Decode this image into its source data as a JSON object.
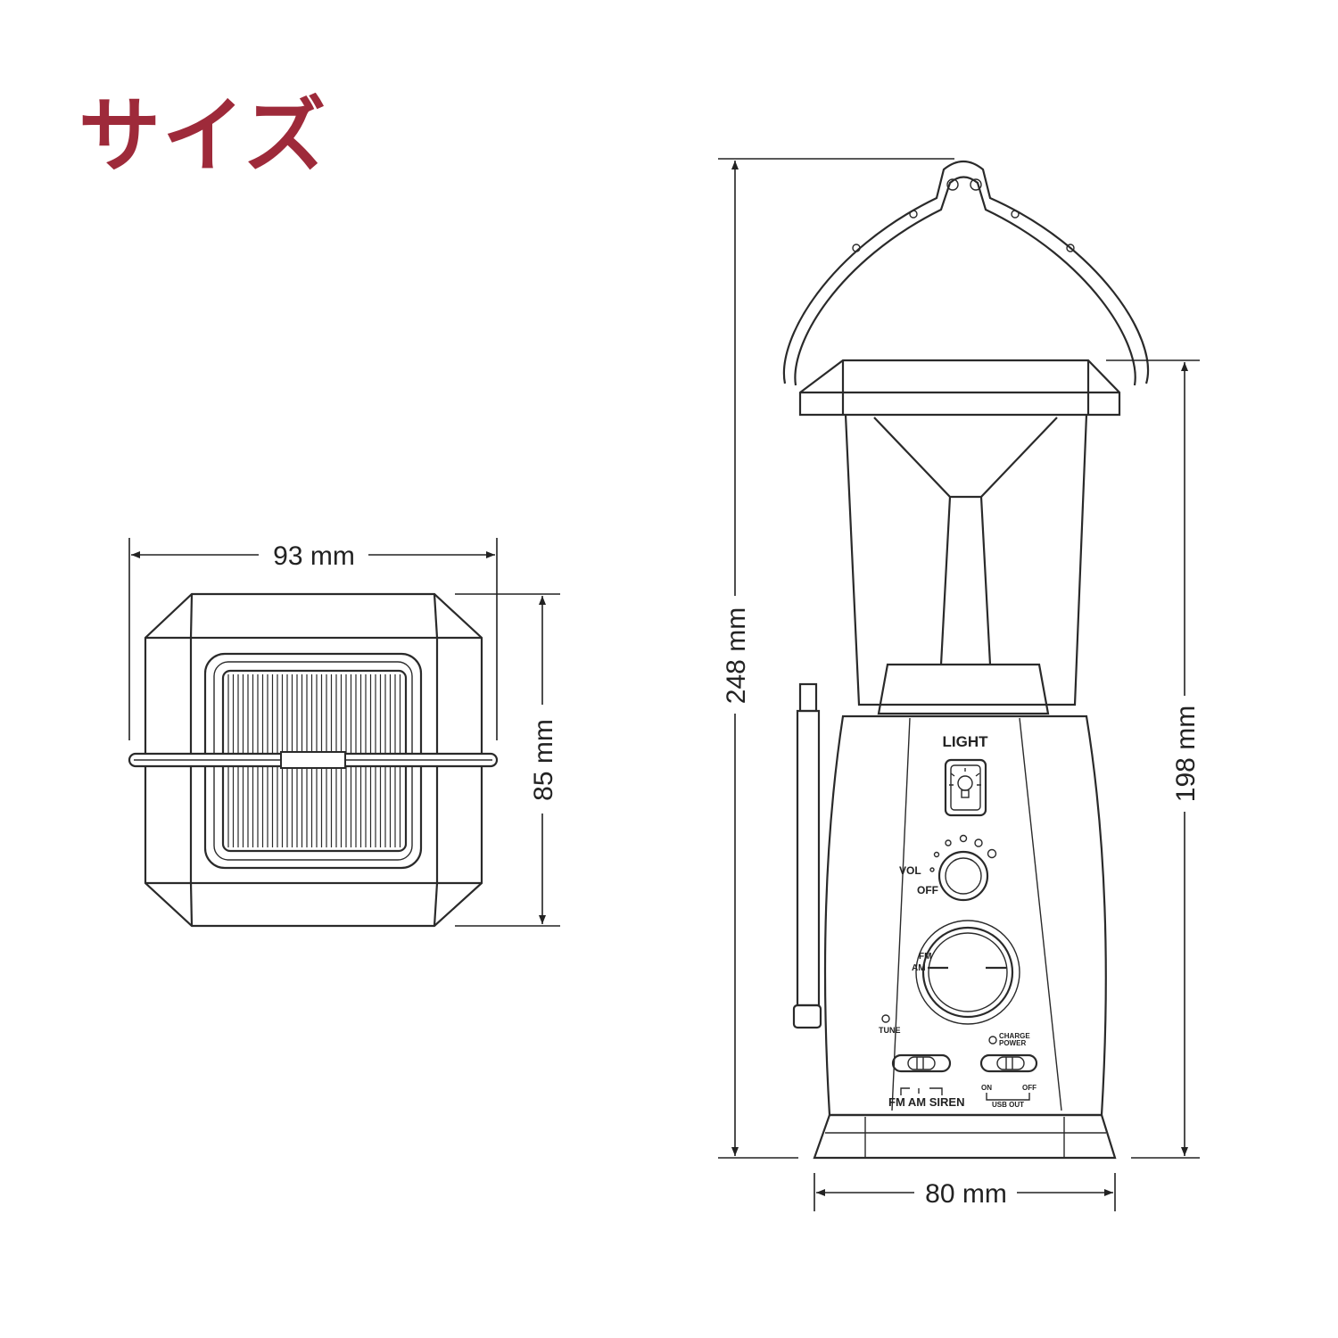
{
  "title": "サイズ",
  "colors": {
    "title": "#9e2a3a",
    "line": "#2a2a2a"
  },
  "dimensions": {
    "top_width": "93 mm",
    "top_depth": "85 mm",
    "total_height": "248 mm",
    "body_height": "198 mm",
    "base_width": "80 mm"
  },
  "panel": {
    "light": "LIGHT",
    "vol": "VOL",
    "off": "OFF",
    "tune": "TUNE",
    "charge_power": [
      "CHARGE",
      "POWER"
    ],
    "band_switch": "FM AM SIREN",
    "usb_on": "ON",
    "usb_off": "OFF",
    "usb_out": "USB OUT",
    "fm_label": "FM",
    "am_label": "AM"
  }
}
